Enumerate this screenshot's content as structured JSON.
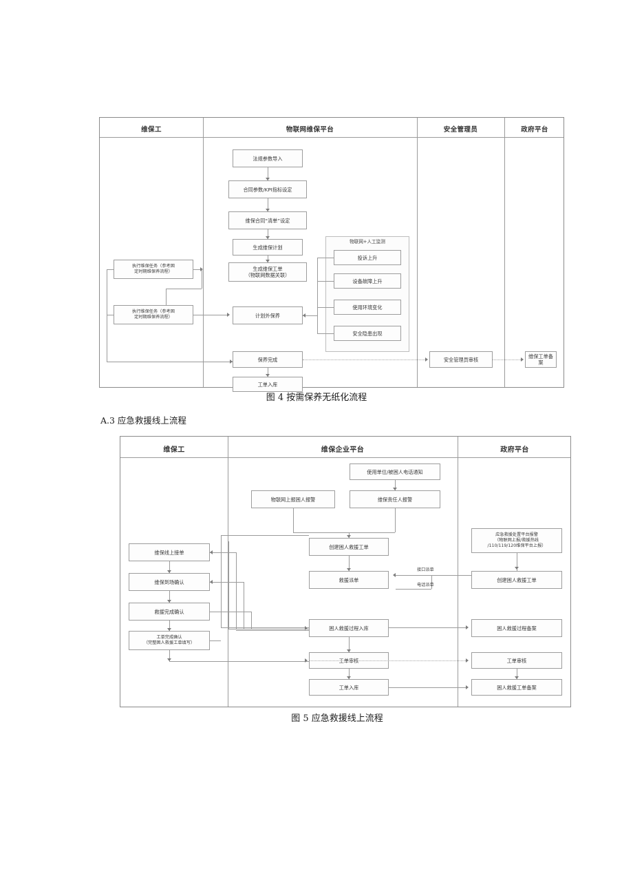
{
  "document": {
    "section_heading": "A.3 应急救援线上流程",
    "figure4_caption": "图 4 按需保养无纸化流程",
    "figure5_caption": "图 5 应急救援线上流程"
  },
  "figure4": {
    "lanes": [
      {
        "title": "维保工"
      },
      {
        "title": "物联网维保平台"
      },
      {
        "title": "安全管理员"
      },
      {
        "title": "政府平台"
      }
    ],
    "nodes": {
      "n1": "法规参数导入",
      "n2": "合同参数/KPI指标设定",
      "n3": "维保合同“清单”设定",
      "n4": "生成维保计划",
      "n5": "生成维保工单\n（物联网数据关联）",
      "n6": "计划外保养",
      "n7": "保养完成",
      "n8": "工单入库",
      "left1": "执行维保任务（参考固\n定时期维保养流程）",
      "left2": "执行维保任务（参考固\n定时期维保养流程）",
      "group_title": "物联网+人工监测",
      "g1": "投诉上升",
      "g2": "设备故障上升",
      "g3": "使用环境变化",
      "g4": "安全隐患出现",
      "r1": "安全管理员审核",
      "r2": "维保工单备案"
    }
  },
  "figure5": {
    "lanes": [
      {
        "title": "维保工"
      },
      {
        "title": "维保企业平台"
      },
      {
        "title": "政府平台"
      }
    ],
    "nodes": {
      "c_notify": "使用单位/被困人电话通知",
      "c_iot": "物联网上报困人报警",
      "c_person": "维保责任人报警",
      "c_create": "创建困人救援工单",
      "c_dispatch": "救援派单",
      "c_process": "困人救援过程入库",
      "c_audit": "工单审核",
      "c_store": "工单入库",
      "l_accept": "维保线上接单",
      "l_arrive": "维保到场确认",
      "l_rescue": "救援完成确认",
      "l_finish": "工单完成确认\n（完整困人救援工单填写）",
      "r_alarm": "应急救援处置平台报警\n（物联网上报/救援热线\n/110/119/120维保平台上报）",
      "r_create": "创建困人救援工单",
      "r_record": "困人救援过程备案",
      "r_audit": "工单审核",
      "r_file": "困人救援工单备案"
    },
    "edge_labels": {
      "interface": "接口派单",
      "phone": "电话派单"
    }
  }
}
